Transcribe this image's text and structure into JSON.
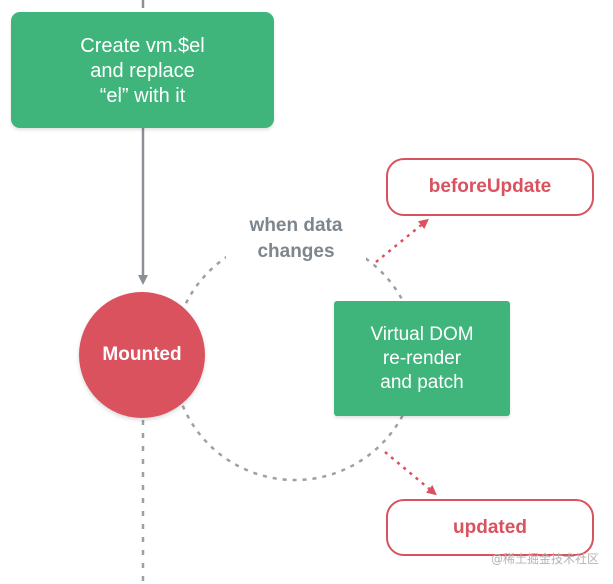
{
  "nodes": {
    "create_el": "Create vm.$el\nand replace\n“el” with it",
    "mounted": "Mounted",
    "virtual_dom": "Virtual DOM\nre-render\nand patch",
    "before_update": "beforeUpdate",
    "updated": "updated"
  },
  "labels": {
    "when_data_changes": "when data\nchanges"
  },
  "watermark": "@稀土掘金技术社区",
  "colors": {
    "green": "#3fb57b",
    "red": "#d9525e",
    "gray_line": "#8a9096",
    "dotted_gray": "#9aa0a6",
    "label_gray": "#7e868d"
  }
}
